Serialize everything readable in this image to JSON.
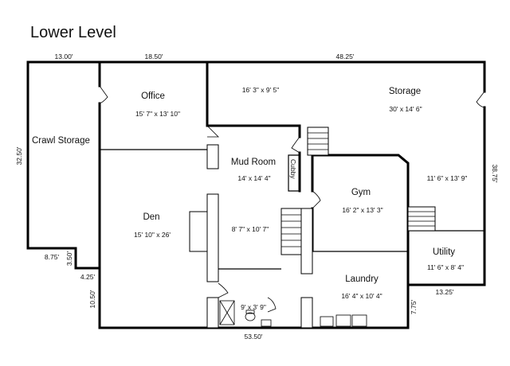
{
  "title": "Lower Level",
  "rooms": {
    "crawl_storage": {
      "name": "Crawl Storage",
      "size": ""
    },
    "office": {
      "name": "Office",
      "size": "15' 7\" x 13' 10\""
    },
    "storage_top": {
      "name": "",
      "size": "16' 3\" x 9' 5\""
    },
    "storage": {
      "name": "Storage",
      "size": "30' x 14' 6\""
    },
    "storage_right": {
      "name": "",
      "size": "11' 6\" x 13' 9\""
    },
    "mud_room": {
      "name": "Mud Room",
      "size": "14' x 14' 4\""
    },
    "cubby": {
      "name": "Cubby",
      "size": ""
    },
    "gym": {
      "name": "Gym",
      "size": "16' 2\" x 13' 3\""
    },
    "den": {
      "name": "Den",
      "size": "15' 10\" x 26'"
    },
    "hall": {
      "name": "",
      "size": "8' 7\" x 10' 7\""
    },
    "utility": {
      "name": "Utility",
      "size": "11' 6\" x 8' 4\""
    },
    "laundry": {
      "name": "Laundry",
      "size": "16' 4\" x 10' 4\""
    },
    "bath": {
      "name": "",
      "size": "9' x 3' 9\""
    }
  },
  "dimensions": {
    "top_left": "13.00'",
    "top_mid": "18.50'",
    "top_right": "48.25'",
    "left_height": "32.50'",
    "right_height": "38.75'",
    "bottom_875": "8.75'",
    "step_350": "3.50'",
    "step_425": "4.25'",
    "lower_left_1050": "10.50'",
    "bottom": "53.50'",
    "utility_1325": "13.25'",
    "right_775": "7.75'"
  }
}
